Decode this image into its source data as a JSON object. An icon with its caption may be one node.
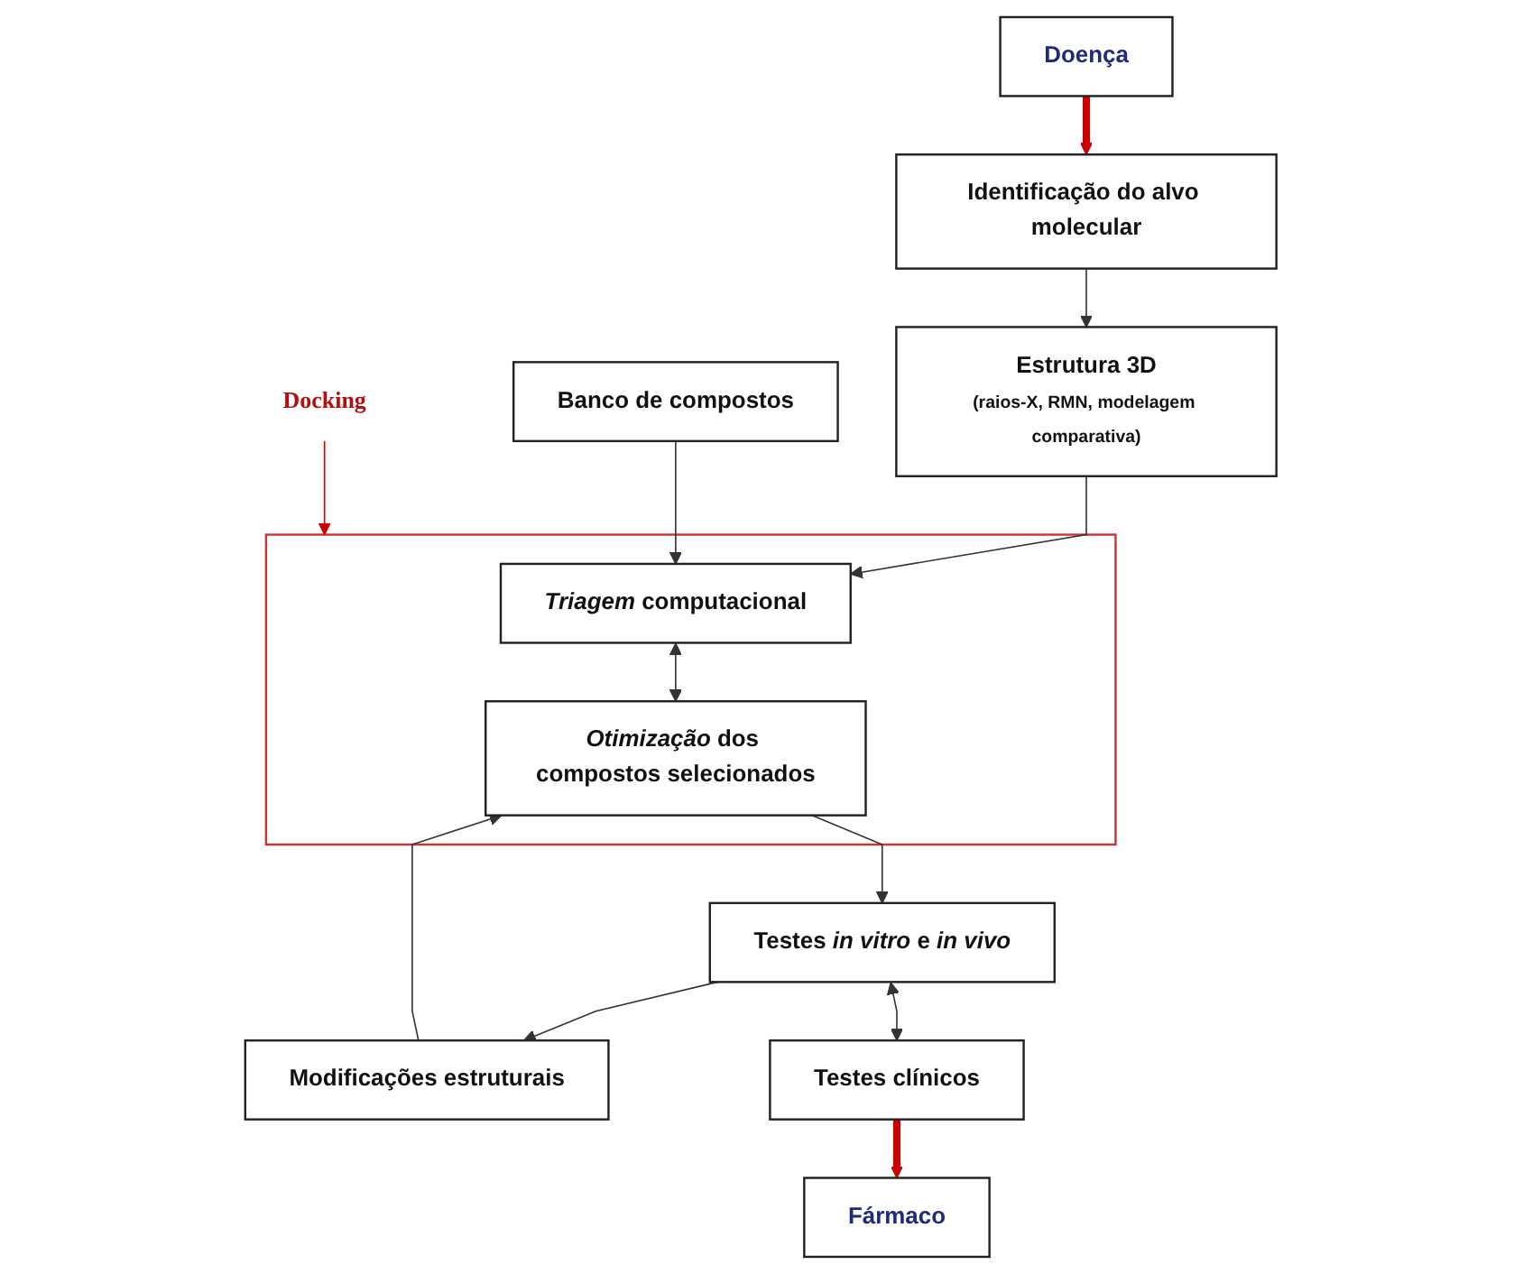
{
  "diagram": {
    "nodes": [
      {
        "text": [
          "Doença"
        ]
      },
      {
        "text": [
          "Identificação do alvo molecular"
        ]
      },
      {
        "text": [
          "Estrutura 3D",
          "(raios-X, RMN, modelagem comparativa)"
        ]
      },
      {
        "text": [
          "Docking"
        ]
      },
      {
        "text": [],
        "shape": "box"
      },
      {
        "text": [
          "*Triagem* computacional"
        ],
        "in": 4
      },
      {
        "text": [
          "*Otimização* dos compostos selecionados"
        ],
        "in": 4
      },
      {
        "text": [
          "Banco de compostos"
        ]
      },
      {
        "text": [
          "Modificações estruturais"
        ]
      },
      {
        "text": [
          "Testes *in vitro* e *in vivo*"
        ]
      },
      {
        "text": [
          "Testes clínicos"
        ]
      },
      {
        "text": [
          "Fármaco"
        ]
      }
    ],
    "edges": [
      {
        "from": 0,
        "to": 1,
        "arrow": "to",
        "style": "thick",
        "color": "#cc0000"
      },
      {
        "from": 1,
        "to": 2,
        "arrow": "to"
      },
      {
        "from": 2,
        "to": 5,
        "arrow": "to"
      },
      {
        "from": 3,
        "to": 4,
        "arrow": "to",
        "color": "#cc0000"
      },
      {
        "from": 7,
        "to": 5,
        "arrow": "to"
      },
      {
        "from": 5,
        "to": 6,
        "arrow": "both"
      },
      {
        "from": 6,
        "to": 9,
        "arrow": "to"
      },
      {
        "from": 9,
        "to": 8,
        "arrow": "to"
      },
      {
        "from": 8,
        "to": 6,
        "arrow": "to"
      },
      {
        "from": 9,
        "to": 10,
        "arrow": "both"
      },
      {
        "from": 10,
        "to": 11,
        "arrow": "to",
        "style": "thick",
        "color": "#cc0000"
      }
    ]
  }
}
